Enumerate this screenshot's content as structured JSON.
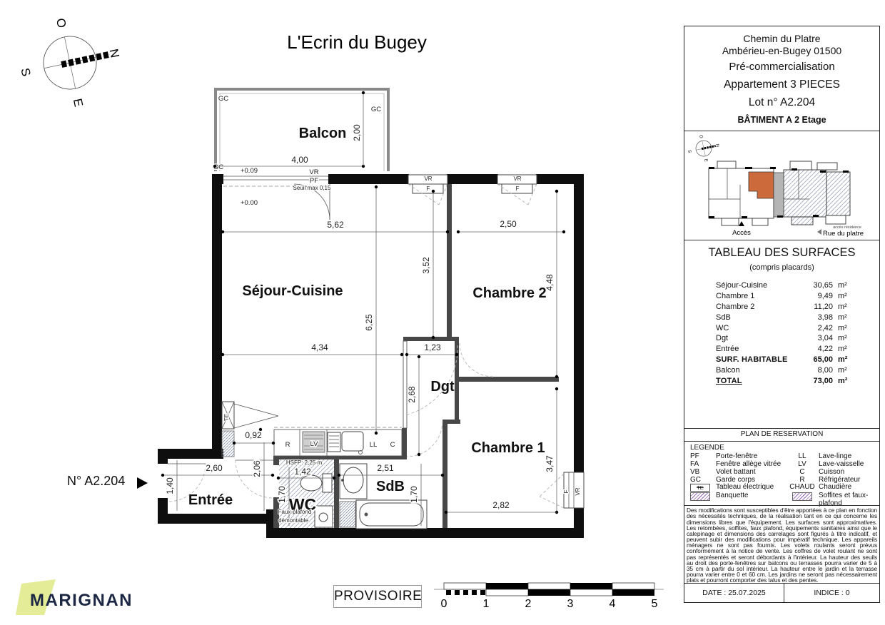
{
  "title": "L'Ecrin du Bugey",
  "brand": "MARIGNAN",
  "provisoire": "PROVISOIRE",
  "unit_pointer": "N° A2.204",
  "compass": {
    "n": "N",
    "e": "E",
    "s": "S",
    "o": "O"
  },
  "plan": {
    "rooms": {
      "balcon": "Balcon",
      "sejour": "Séjour-Cuisine",
      "chambre2": "Chambre 2",
      "dgt": "Dgt",
      "chambre1": "Chambre 1",
      "entree": "Entrée",
      "wc": "WC",
      "sdb": "SdB"
    },
    "dims": {
      "balcon_w": "4,00",
      "balcon_d": "2,00",
      "sejour_top": "5,62",
      "ch2_top": "2,50",
      "v352": "3,52",
      "v448": "4,48",
      "v625": "6,25",
      "sejour_bot": "4,34",
      "dgt_top": "1,23",
      "dgt_h": "2,68",
      "passage": "0,92",
      "entree_w": "2,60",
      "entree_d": "2,06",
      "entree_h": "1,40",
      "wc_w": "1,42",
      "sdb_w": "2,51",
      "d170": "1,70",
      "ch1_h": "3,47",
      "ch1_w": "2,82"
    },
    "ann": {
      "gc": "GC",
      "vr": "VR",
      "pf": "PF",
      "f": "F",
      "seuil": "Seuil max 0,15",
      "lvl_hi": "+0.09",
      "lvl_lo": "+0.00",
      "hsfp": "HSFP: 2,25 m",
      "fp1": "Faux-plafond",
      "fp2": "démontable",
      "te": "TE",
      "r": "R",
      "lv": "LV",
      "ll": "LL",
      "c": "C"
    }
  },
  "scalebar": {
    "labels": [
      "0",
      "1",
      "2",
      "3",
      "4",
      "5"
    ]
  },
  "panel": {
    "address1": "Chemin du Platre",
    "address2": "Ambérieu-en-Bugey 01500",
    "phase": "Pré-commercialisation",
    "apartment": "Appartement 3 PIECES",
    "lot": "Lot n° A2.204",
    "building": "BÂTIMENT A  2 Etage",
    "siteplan": {
      "acces": "Accès",
      "acces_res": "accès résidence",
      "rue": "Rue du platre"
    },
    "surfaces": {
      "title": "TABLEAU DES SURFACES",
      "subtitle": "(compris placards)",
      "rows": [
        {
          "label": "Séjour-Cuisine",
          "value": "30,65",
          "unit": "m²"
        },
        {
          "label": "Chambre 1",
          "value": "9,49",
          "unit": "m²"
        },
        {
          "label": "Chambre 2",
          "value": "11,20",
          "unit": "m²"
        },
        {
          "label": "SdB",
          "value": "3,98",
          "unit": "m²"
        },
        {
          "label": "WC",
          "value": "2,42",
          "unit": "m²"
        },
        {
          "label": "Dgt",
          "value": "3,04",
          "unit": "m²"
        },
        {
          "label": "Entrée",
          "value": "4,22",
          "unit": "m²"
        }
      ],
      "habitable_label": "SURF. HABITABLE",
      "habitable_value": "65,00",
      "habitable_unit": "m²",
      "balcon_label": "Balcon",
      "balcon_value": "8,00",
      "balcon_unit": "m²",
      "total_label": "TOTAL",
      "total_value": "73,00",
      "total_unit": "m²"
    },
    "reservation": "PLAN DE RESERVATION",
    "legend": {
      "title": "LEGENDE",
      "col1": [
        {
          "abbr": "PF",
          "label": "Porte-fenêtre"
        },
        {
          "abbr": "FA",
          "label": "Fenêtre allège vitrée"
        },
        {
          "abbr": "VB",
          "label": "Volet battant"
        },
        {
          "abbr": "GC",
          "label": "Garde corps"
        },
        {
          "abbr": "TE",
          "label": "Tableau électrique"
        },
        {
          "abbr": "",
          "label": "Banquette"
        }
      ],
      "col2": [
        {
          "abbr": "LL",
          "label": "Lave-linge"
        },
        {
          "abbr": "LV",
          "label": "Lave-vaisselle"
        },
        {
          "abbr": "C",
          "label": "Cuisson"
        },
        {
          "abbr": "R",
          "label": "Réfrigérateur"
        },
        {
          "abbr": "CHAUD",
          "label": "Chaudière"
        },
        {
          "abbr": "",
          "label": "Soffites et faux-plafond"
        }
      ]
    },
    "disclaimer": "Des modifications sont susceptibles d'être apportées à ce plan en fonction des nécessités techniques, de la réalisation tant en ce qui concerne les dimensions libres que l'équipement. Les surfaces sont approximatives. Les retombées, soffites, faux plafond, équipements sanitaires ainsi que le calepinage et dimensions des carrelages sont figurés à titre indicatif, et peuvent subir des modifications pour impératif technique. Les appareils ménagers ne sont pas fournis. Les volets roulants seront prévus conformément à la notice de vente. Les coffres de volet roulant ne sont pas représentés et seront débordants à l'intérieur. La hauteur des seuils au droit des porte-fenêtres sur balcons ou terrasses pourra varier de 5 à 35 cm à partir du sol intérieur. La hauteur entre le jardin et la terrasse pourra varier entre 0 et 60 cm. Les jardins ne seront pas nécessairement plats et pourront comporter des talus et des pentes.",
    "date": "DATE : 25.07.2025",
    "indice": "INDICE : 0"
  }
}
